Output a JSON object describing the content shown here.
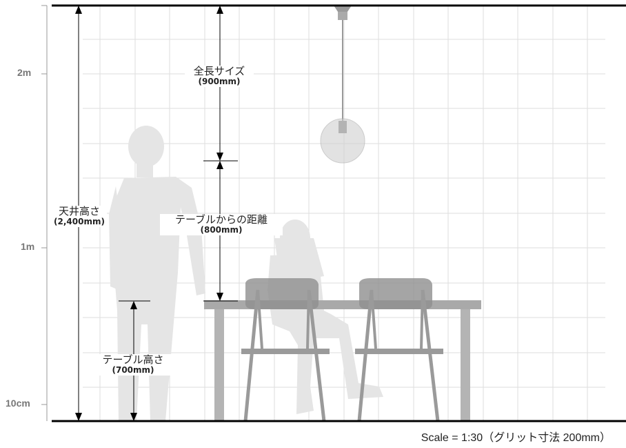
{
  "axis": {
    "ticks": [
      {
        "label": "2m",
        "value_mm": 2000
      },
      {
        "label": "1m",
        "value_mm": 1000
      },
      {
        "label": "10cm",
        "value_mm": 100
      }
    ]
  },
  "dimensions": {
    "ceiling": {
      "label": "天井高さ",
      "value": "(2,400mm)",
      "mm": 2400
    },
    "pendant_length": {
      "label": "全長サイズ",
      "value": "(900mm)",
      "mm": 900
    },
    "table_to_pendant": {
      "label": "テーブルからの距離",
      "value": "(800mm)",
      "mm": 800
    },
    "table_height": {
      "label": "テーブル高さ",
      "value": "(700mm)",
      "mm": 700
    }
  },
  "scale_note": "Scale = 1:30（グリット寸法 200mm）",
  "colors": {
    "grid": "#dedede",
    "silhouette": "#e5e5e5",
    "furniture": "#a9a9a9",
    "chair": "#8e8e8e",
    "pendant_glass": "#cfcfcf",
    "line": "#000000"
  }
}
